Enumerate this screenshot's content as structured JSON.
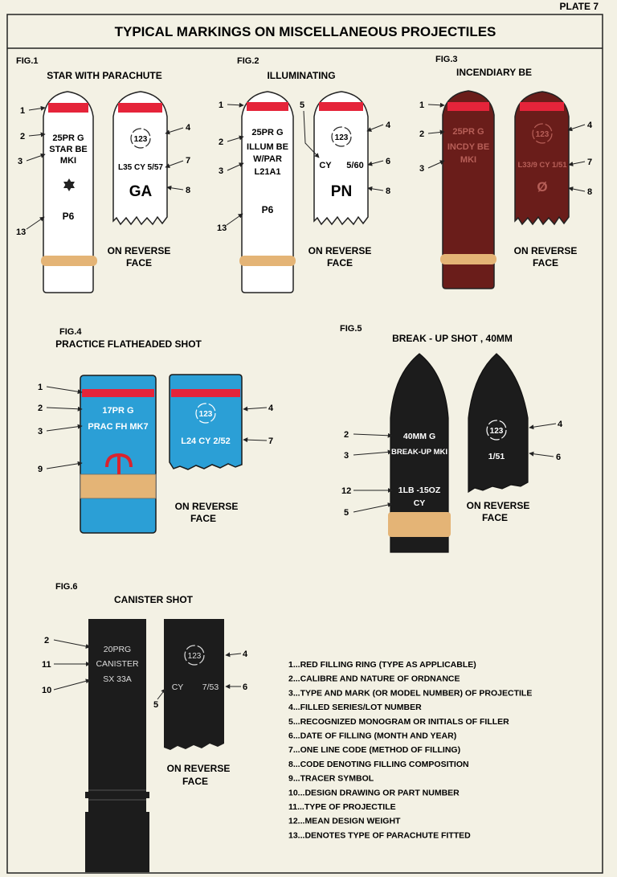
{
  "plate_label": "PLATE 7",
  "title": "TYPICAL MARKINGS ON MISCELLANEOUS PROJECTILES",
  "reverse_face": [
    "ON REVERSE",
    "FACE"
  ],
  "colors": {
    "paper": "#f3f1e4",
    "red_ring": "#e5243a",
    "brass_band": "#e4b476",
    "incendiary_body": "#6a1d1a",
    "practice_body": "#2b9fd6",
    "black_body": "#1c1c1c",
    "white_body": "#ffffff"
  },
  "fig1": {
    "fig_label": "FIG.1",
    "caption": "STAR WITH PARACHUTE",
    "front": [
      "25PR G",
      "STAR BE",
      "MKI"
    ],
    "symbol": "star-of-david-icon",
    "parachute_code": "P6",
    "lot": "123",
    "line_code": "L35 CY 5/57",
    "filling_code": "GA",
    "callouts_left": [
      "1",
      "2",
      "3",
      "13"
    ],
    "callouts_right": [
      "4",
      "7",
      "8"
    ]
  },
  "fig2": {
    "fig_label": "FIG.2",
    "caption": "ILLUMINATING",
    "front": [
      "25PR G",
      "ILLUM BE",
      "W/PAR",
      "L21A1"
    ],
    "parachute_code": "P6",
    "lot": "123",
    "fill_line": [
      "CY",
      "5/60"
    ],
    "filling_code": "PN",
    "callouts_left": [
      "1",
      "2",
      "3",
      "13"
    ],
    "callouts_right": [
      "5",
      "4",
      "6",
      "8"
    ]
  },
  "fig3": {
    "fig_label": "FIG.3",
    "caption": "INCENDIARY BE",
    "front": [
      "25PR G",
      "INCDY BE",
      "MKI"
    ],
    "lot": "123",
    "line_code": "L33/9 CY 1/51",
    "filling_code": "Ø",
    "callouts_left": [
      "1",
      "2",
      "3"
    ],
    "callouts_right": [
      "4",
      "7",
      "8"
    ]
  },
  "fig4": {
    "fig_label": "FIG.4",
    "caption": "PRACTICE  FLATHEADED SHOT",
    "front": [
      "17PR G",
      "PRAC FH MK7"
    ],
    "lot": "123",
    "line_code": "L24 CY 2/52",
    "callouts_left": [
      "1",
      "2",
      "3",
      "9"
    ],
    "callouts_right": [
      "4",
      "7"
    ]
  },
  "fig5": {
    "fig_label": "FIG.5",
    "caption": "BREAK - UP SHOT , 40MM",
    "front": [
      "40MM G",
      "BREAK-UP MKI"
    ],
    "weight": [
      "1LB -15OZ",
      "CY"
    ],
    "lot": "123",
    "date": "1/51",
    "callouts_left": [
      "2",
      "3",
      "12",
      "5"
    ],
    "callouts_right": [
      "4",
      "6"
    ]
  },
  "fig6": {
    "fig_label": "FIG.6",
    "caption": "CANISTER SHOT",
    "front": [
      "20PRG",
      "CANISTER",
      "SX 33A"
    ],
    "lot": "123",
    "fill_line": [
      "CY",
      "7/53"
    ],
    "callouts_left": [
      "2",
      "11",
      "10",
      "5"
    ],
    "callouts_right": [
      "4",
      "6"
    ]
  },
  "legend": [
    {
      "num": "1",
      "text": "RED FILLING RING (TYPE AS APPLICABLE)"
    },
    {
      "num": "2",
      "text": "CALIBRE AND NATURE OF ORDNANCE"
    },
    {
      "num": "3",
      "text": "TYPE AND MARK (OR MODEL NUMBER) OF PROJECTILE"
    },
    {
      "num": "4",
      "text": "FILLED SERIES/LOT NUMBER"
    },
    {
      "num": "5",
      "text": "RECOGNIZED MONOGRAM OR INITIALS OF FILLER"
    },
    {
      "num": "6",
      "text": "DATE OF FILLING (MONTH AND YEAR)"
    },
    {
      "num": "7",
      "text": "ONE LINE CODE (METHOD OF FILLING)"
    },
    {
      "num": "8",
      "text": "CODE DENOTING FILLING COMPOSITION"
    },
    {
      "num": "9",
      "text": "TRACER SYMBOL"
    },
    {
      "num": "10",
      "text": "DESIGN DRAWING OR PART NUMBER"
    },
    {
      "num": "11",
      "text": "TYPE OF PROJECTILE"
    },
    {
      "num": "12",
      "text": "MEAN DESIGN WEIGHT"
    },
    {
      "num": "13",
      "text": "DENOTES TYPE OF PARACHUTE FITTED"
    }
  ]
}
